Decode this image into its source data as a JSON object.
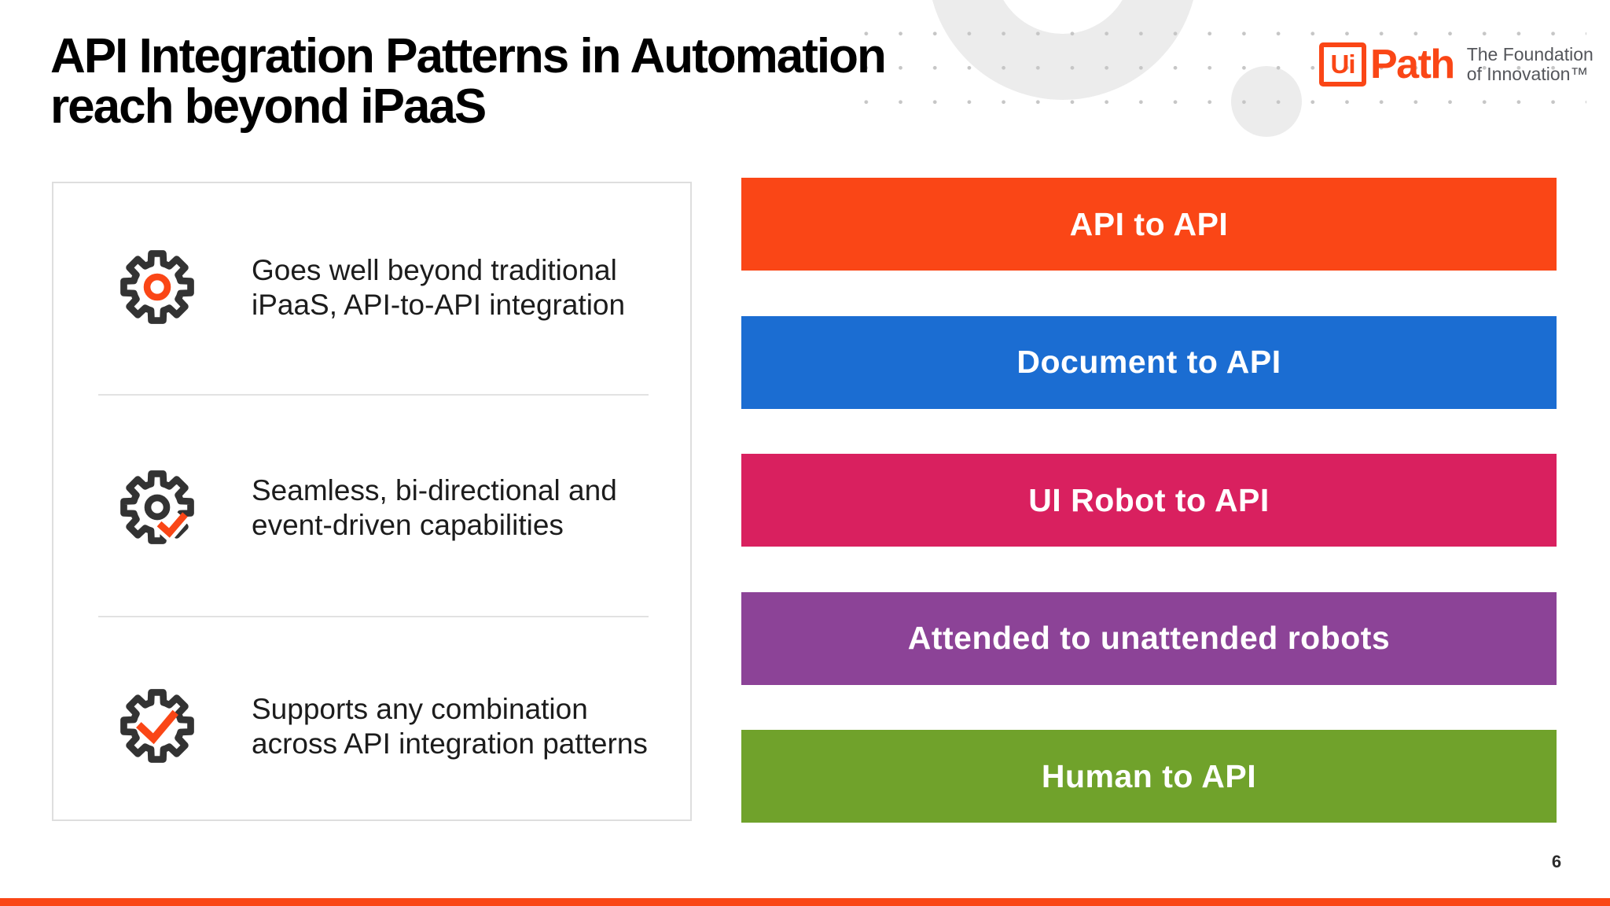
{
  "header": {
    "title": "API Integration Patterns in Automation\nreach beyond iPaaS"
  },
  "logo": {
    "mark": "Ui",
    "wordmark": "Path",
    "tagline": "The Foundation\nof Innovation™",
    "brand_color": "#FA4616",
    "tagline_color": "#54565b"
  },
  "panel": {
    "features": [
      {
        "icon": "gear-target-icon",
        "text": "Goes well beyond traditional\niPaaS, API-to-API integration"
      },
      {
        "icon": "gear-checkmark-badge-icon",
        "text": "Seamless, bi-directional and\nevent-driven capabilities"
      },
      {
        "icon": "gear-checkmark-icon",
        "text": "Supports any combination\nacross API integration patterns"
      }
    ]
  },
  "bars": [
    {
      "label": "API to API",
      "color": "#FA4616"
    },
    {
      "label": "Document to API",
      "color": "#1B6DD2"
    },
    {
      "label": "UI Robot to API",
      "color": "#D9205F"
    },
    {
      "label": "Attended to unattended robots",
      "color": "#8C4397"
    },
    {
      "label": "Human to API",
      "color": "#70A22B"
    }
  ],
  "footer": {
    "page_number": "6",
    "stripe_color": "#FA4616"
  },
  "icon_colors": {
    "gear_dark": "#333333",
    "accent": "#FA4616"
  }
}
